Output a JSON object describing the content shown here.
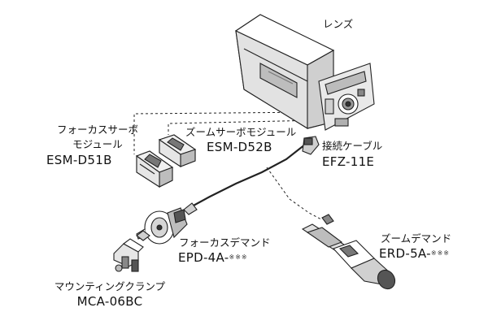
{
  "labels": {
    "lens": "レンズ",
    "focus_servo": {
      "line1": "フォーカスサーボ",
      "line2": "モジュール",
      "model": "ESM-D51B"
    },
    "zoom_servo": {
      "line1": "ズームサーボモジュール",
      "model": "ESM-D52B"
    },
    "cable": {
      "line1": "接続ケーブル",
      "model": "EFZ-11E"
    },
    "focus_demand": {
      "line1": "フォーカスデマンド",
      "model": "EPD-4A-",
      "suffix": "※※※"
    },
    "zoom_demand": {
      "line1": "ズームデマンド",
      "model": "ERD-5A-",
      "suffix": "※※※"
    },
    "clamp": {
      "line1": "マウンティングクランプ",
      "model": "MCA-06BC"
    }
  },
  "colors": {
    "line": "#222222",
    "fill": "#ffffff",
    "shade": "#d9d9d9",
    "dark": "#555555"
  },
  "icons": [
    "lens-unit",
    "focus-servo-module",
    "zoom-servo-module",
    "connection-cable",
    "focus-demand",
    "zoom-demand",
    "mounting-clamp"
  ]
}
